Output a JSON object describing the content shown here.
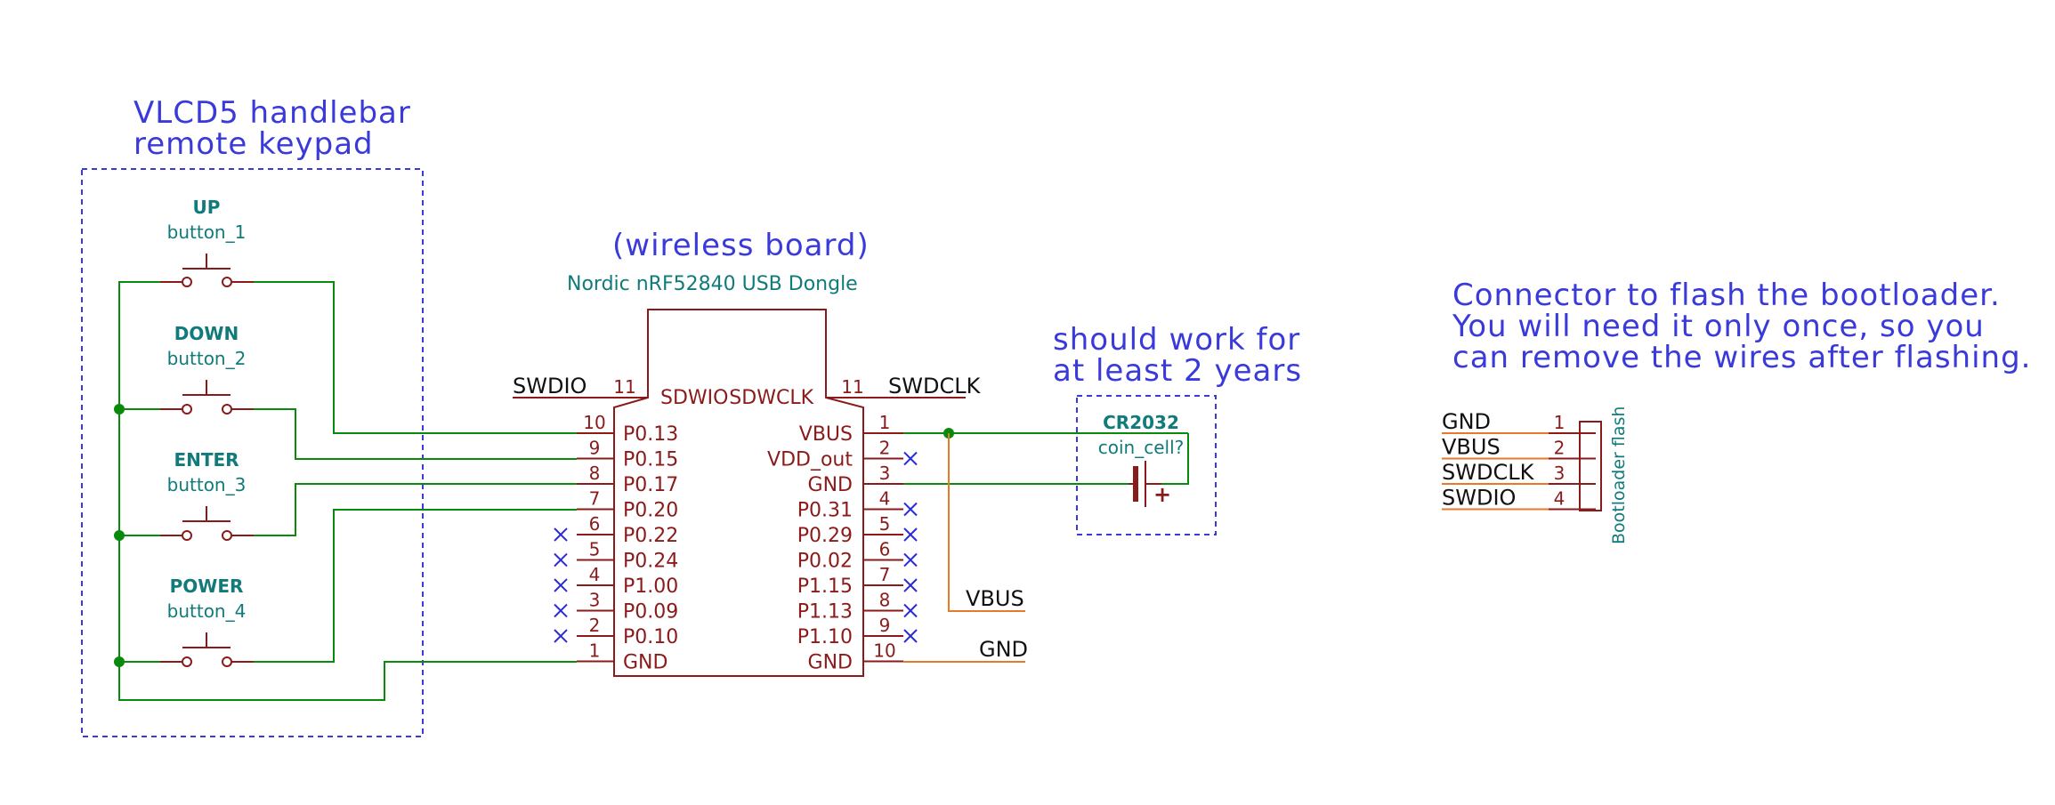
{
  "keypad": {
    "title_line1": "VLCD5 handlebar",
    "title_line2": "remote keypad",
    "buttons": [
      {
        "ref": "UP",
        "value": "button_1"
      },
      {
        "ref": "DOWN",
        "value": "button_2"
      },
      {
        "ref": "ENTER",
        "value": "button_3"
      },
      {
        "ref": "POWER",
        "value": "button_4"
      }
    ]
  },
  "board": {
    "note": "(wireless board)",
    "value": "Nordic nRF52840 USB Dongle",
    "top_left_pin": {
      "name": "SDWIO",
      "num": "11",
      "label": "SWDIO"
    },
    "top_right_pin": {
      "name": "SDWCLK",
      "num": "11",
      "label": "SWDCLK"
    },
    "left_pins": [
      {
        "name": "P0.13",
        "num": "10"
      },
      {
        "name": "P0.15",
        "num": "9"
      },
      {
        "name": "P0.17",
        "num": "8"
      },
      {
        "name": "P0.20",
        "num": "7"
      },
      {
        "name": "P0.22",
        "num": "6"
      },
      {
        "name": "P0.24",
        "num": "5"
      },
      {
        "name": "P1.00",
        "num": "4"
      },
      {
        "name": "P0.09",
        "num": "3"
      },
      {
        "name": "P0.10",
        "num": "2"
      },
      {
        "name": "GND",
        "num": "1"
      }
    ],
    "right_pins": [
      {
        "name": "VBUS",
        "num": "1"
      },
      {
        "name": "VDD_out",
        "num": "2"
      },
      {
        "name": "GND",
        "num": "3"
      },
      {
        "name": "P0.31",
        "num": "4"
      },
      {
        "name": "P0.29",
        "num": "5"
      },
      {
        "name": "P0.02",
        "num": "6"
      },
      {
        "name": "P1.15",
        "num": "7"
      },
      {
        "name": "P1.13",
        "num": "8"
      },
      {
        "name": "P1.10",
        "num": "9"
      },
      {
        "name": "GND",
        "num": "10"
      }
    ]
  },
  "battery": {
    "note_line1": "should work for",
    "note_line2": "at least 2 years",
    "ref": "CR2032",
    "value": "coin_cell?",
    "plus": "+"
  },
  "net_labels": {
    "vbus": "VBUS",
    "gnd": "GND"
  },
  "flash_connector": {
    "note_line1": "Connector to flash the bootloader.",
    "note_line2": "You will need it only once, so you",
    "note_line3": "can remove the wires after flashing.",
    "ref": "Bootloader flash",
    "pins": [
      {
        "label": "GND",
        "num": "1"
      },
      {
        "label": "VBUS",
        "num": "2"
      },
      {
        "label": "SWDCLK",
        "num": "3"
      },
      {
        "label": "SWDIO",
        "num": "4"
      }
    ]
  },
  "colors": {
    "wire": "#0a8a0a",
    "component": "#8b1a1a",
    "note": "#3a3adb",
    "reference": "#117a7a",
    "net_label_line": "#e8792a",
    "no_connect": "#2b2bd6"
  }
}
